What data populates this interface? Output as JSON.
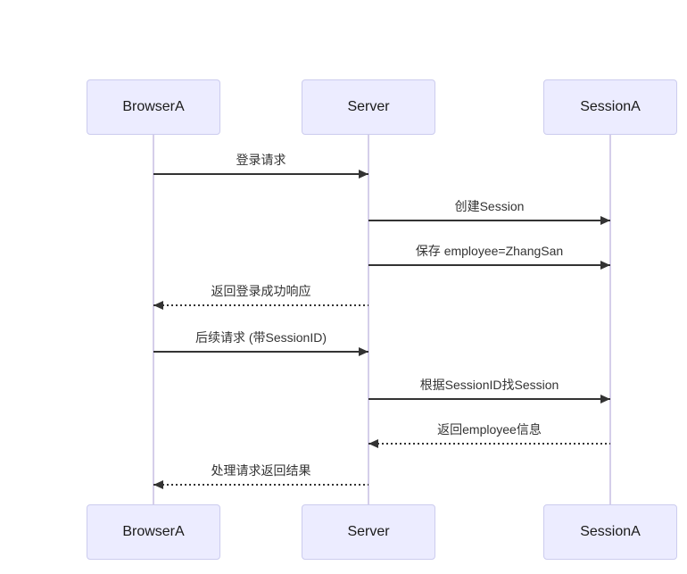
{
  "diagram": {
    "type": "sequence",
    "actors": [
      {
        "name": "BrowserA"
      },
      {
        "name": "Server"
      },
      {
        "name": "SessionA"
      }
    ],
    "messages": [
      {
        "from": "BrowserA",
        "to": "Server",
        "label": "登录请求",
        "style": "solid"
      },
      {
        "from": "Server",
        "to": "SessionA",
        "label": "创建Session",
        "style": "solid"
      },
      {
        "from": "Server",
        "to": "SessionA",
        "label": "保存 employee=ZhangSan",
        "style": "solid"
      },
      {
        "from": "Server",
        "to": "BrowserA",
        "label": "返回登录成功响应",
        "style": "dotted"
      },
      {
        "from": "BrowserA",
        "to": "Server",
        "label": "后续请求 (带SessionID)",
        "style": "solid"
      },
      {
        "from": "Server",
        "to": "SessionA",
        "label": "根据SessionID找Session",
        "style": "solid"
      },
      {
        "from": "SessionA",
        "to": "Server",
        "label": "返回employee信息",
        "style": "dotted"
      },
      {
        "from": "Server",
        "to": "BrowserA",
        "label": "处理请求返回结果",
        "style": "dotted"
      }
    ],
    "colors": {
      "actor_fill": "#ECECFF",
      "actor_border": "#CCCCEE",
      "lifeline": "#D5CEEA",
      "arrow": "#333333",
      "text": "#333333",
      "background": "#FFFFFF"
    }
  }
}
